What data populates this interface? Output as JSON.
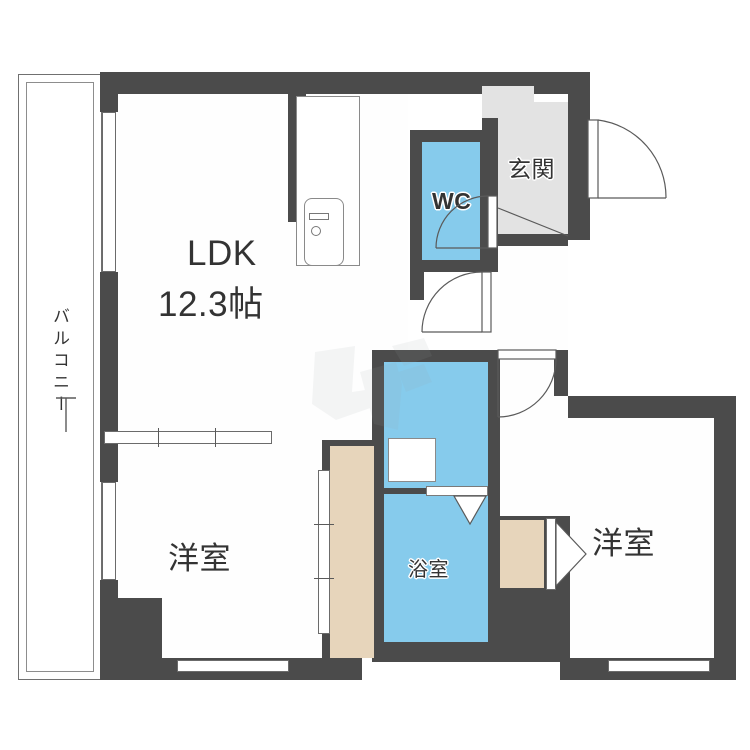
{
  "plan": {
    "type": "japanese-apartment-floor-plan",
    "unit_layout": "2LDK",
    "background_color": "#ffffff",
    "wall_color": "#4b4b4b",
    "wet_area_color": "#86cbec",
    "entry_tile_color": "#e3e3e3",
    "closet_color": "#e7d5bb",
    "floor_color": "#fefefe"
  },
  "rooms": {
    "ldk": {
      "name": "LDK",
      "area": "12.3帖",
      "label_line1": "LDK",
      "label_line2": "12.3帖"
    },
    "bedroom_left": {
      "name": "洋室"
    },
    "bedroom_right": {
      "name": "洋室"
    },
    "wc": {
      "name": "WC"
    },
    "genkan": {
      "name": "玄関"
    },
    "bath": {
      "name": "浴室"
    },
    "balcony": {
      "name": "バルコニー"
    }
  },
  "fixtures": {
    "kitchen_sink": "kitchen-counter-sink",
    "washer_space": "washing-machine-space",
    "shoe_closet": "shoe-closet",
    "closet_left_bedroom": "closet",
    "closet_right_bedroom": "closet"
  },
  "doors": {
    "entrance": "hinged-door-swing",
    "wc": "hinged-door-swing",
    "washroom": "hinged-door-swing",
    "hall_to_right_bedroom": "hinged-door-swing",
    "bath": "folding-door",
    "closet_right": "folding-door",
    "ldk_to_left_bedroom": "sliding-door"
  },
  "watermark": {
    "text": ""
  }
}
